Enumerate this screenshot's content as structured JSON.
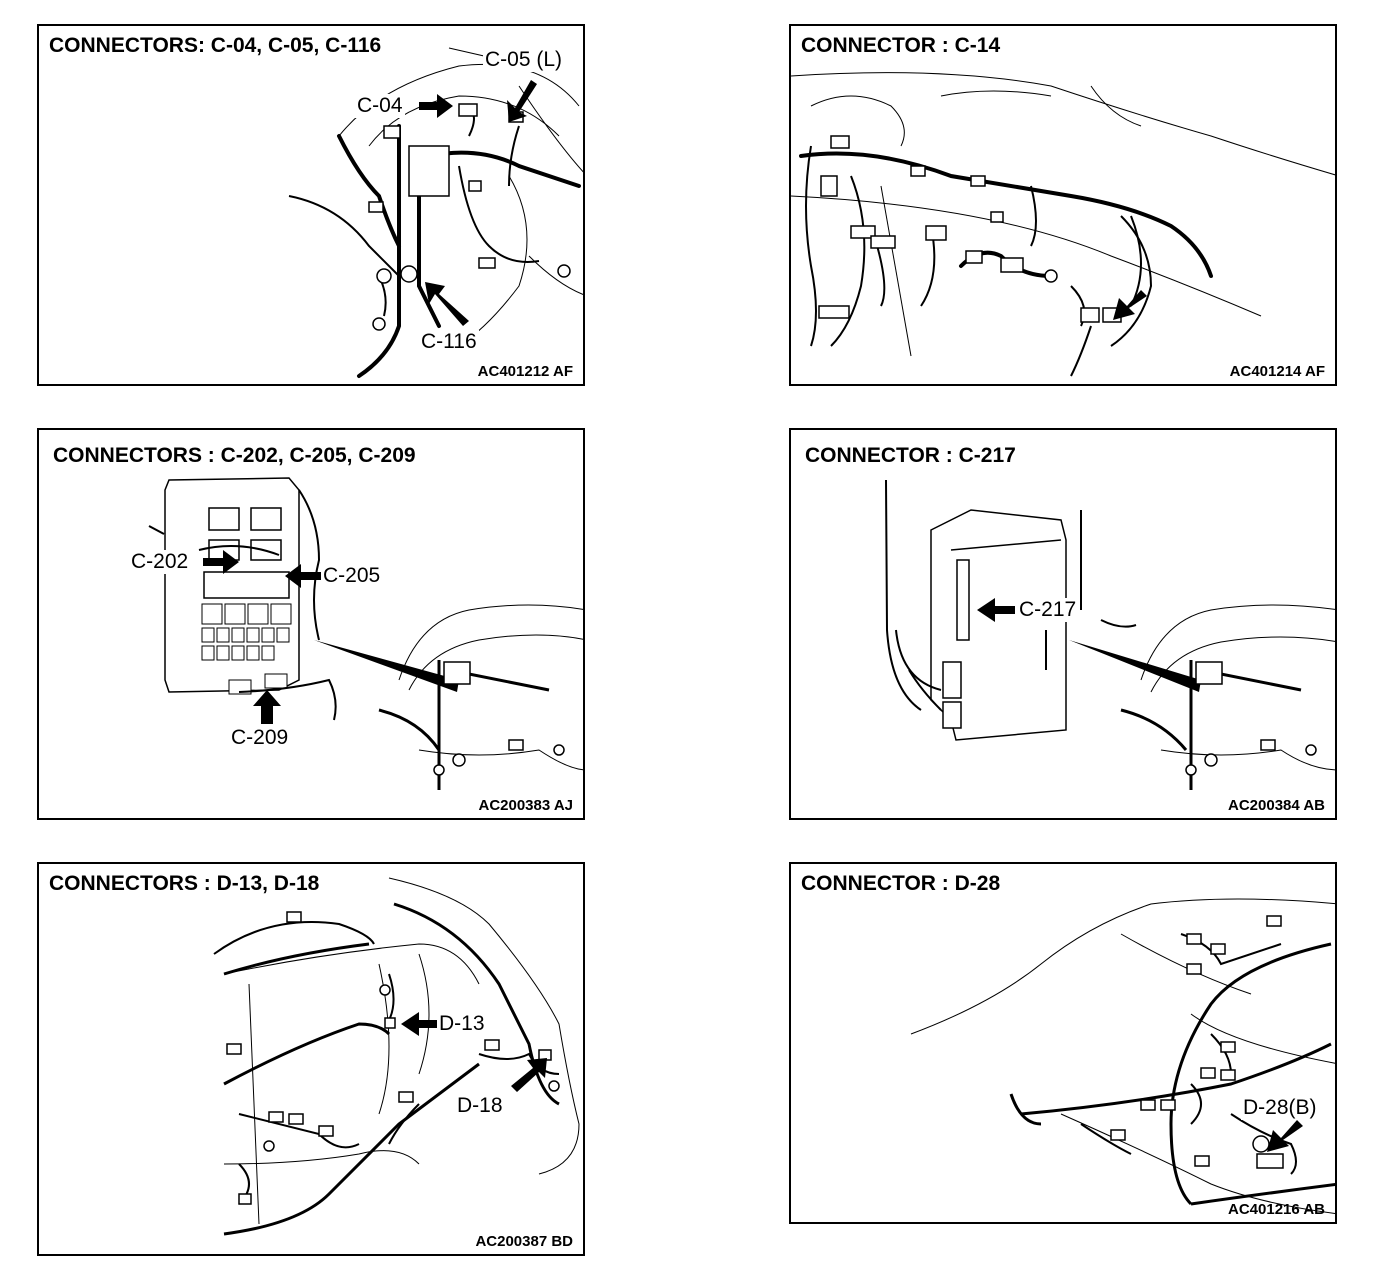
{
  "panels": [
    {
      "title": "CONNECTORS: C-04, C-05, C-116",
      "code": "AC401212 AF",
      "labels": [
        "C-05 (L)",
        "C-04",
        "C-116"
      ]
    },
    {
      "title": "CONNECTOR : C-14",
      "code": "AC401214 AF",
      "labels": []
    },
    {
      "title": "CONNECTORS : C-202, C-205, C-209",
      "code": "AC200383 AJ",
      "labels": [
        "C-202",
        "C-205",
        "C-209"
      ]
    },
    {
      "title": "CONNECTOR : C-217",
      "code": "AC200384 AB",
      "labels": [
        "C-217"
      ]
    },
    {
      "title": "CONNECTORS : D-13, D-18",
      "code": "AC200387 BD",
      "labels": [
        "D-13",
        "D-18"
      ]
    },
    {
      "title": "CONNECTOR : D-28",
      "code": "AC401216 AB",
      "labels": [
        "D-28(B)"
      ]
    }
  ]
}
